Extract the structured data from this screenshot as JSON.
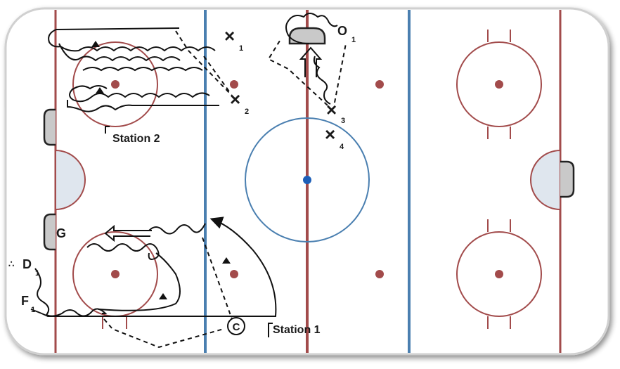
{
  "stations": {
    "station1": "Station 1",
    "station2": "Station 2"
  },
  "players": {
    "x1": {
      "mark": "×",
      "sub": "1"
    },
    "x2": {
      "mark": "×",
      "sub": "2"
    },
    "x3": {
      "mark": "×",
      "sub": "3"
    },
    "x4": {
      "mark": "×",
      "sub": "4"
    },
    "o1": {
      "mark": "O",
      "sub": "1"
    },
    "d1": {
      "mark": "D",
      "sub": "1",
      "prefix": "∴"
    },
    "f1": {
      "mark": "F",
      "sub": "1"
    },
    "goalie": {
      "mark": "G"
    },
    "coach": {
      "mark": "C"
    }
  },
  "colors": {
    "red_line": "#a24b4b",
    "blue_line": "#4a7fb0",
    "center_dot": "#1d5fb8",
    "crease": "#dfe6ee",
    "net": "#c9c9c9",
    "board_shadow": "#bdbdbd"
  }
}
